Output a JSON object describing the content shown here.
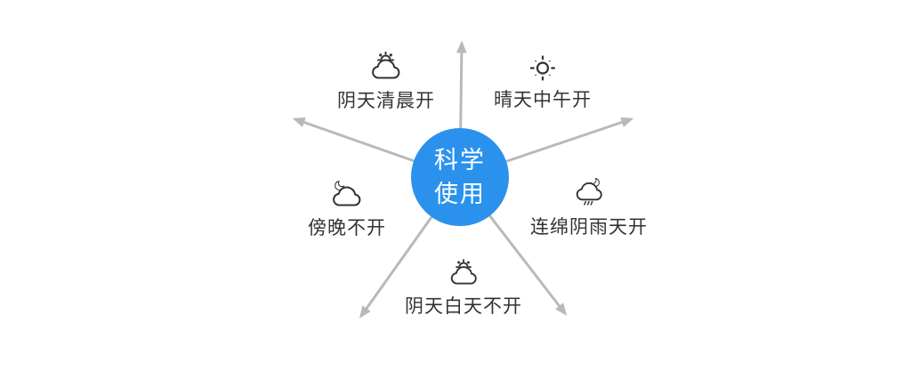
{
  "diagram": {
    "center_circle": {
      "line1": "科学",
      "line2": "使用"
    },
    "nodes": [
      {
        "id": "overcast-morning",
        "icon": "sun-behind-cloud-icon",
        "label": "阴天清晨开"
      },
      {
        "id": "sunny-noon",
        "icon": "sun-icon",
        "label": "晴天中午开"
      },
      {
        "id": "continuous-rain",
        "icon": "rainy-night-cloud-icon",
        "label": "连绵阴雨天开"
      },
      {
        "id": "evening",
        "icon": "moon-behind-cloud-icon",
        "label": "傍晚不开"
      },
      {
        "id": "overcast-daytime",
        "icon": "sun-behind-cloud-icon",
        "label": "阴天白天不开"
      }
    ],
    "colors": {
      "center_circle": "#2a92ec",
      "arrow": "#b9b9b9",
      "label_text": "#333333",
      "center_text": "#ffffff"
    }
  }
}
